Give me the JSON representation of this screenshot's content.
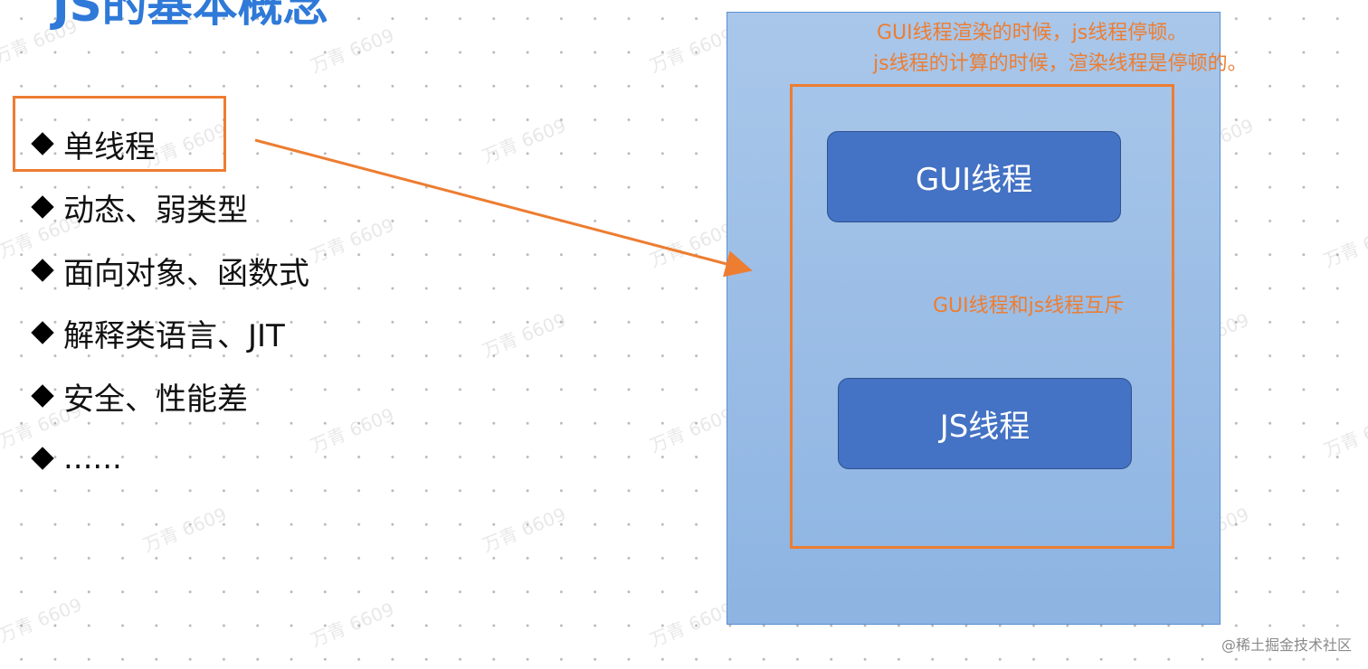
{
  "title": "JS的基本概念",
  "bullets": [
    "单线程",
    "动态、弱类型",
    "面向对象、函数式",
    "解释类语言、JIT",
    "安全、性能差",
    "......"
  ],
  "diagram": {
    "top_note_line1": "GUI线程渲染的时候，js线程停顿。",
    "top_note_line2": "js线程的计算的时候，渲染线程是停顿的。",
    "gui_thread": "GUI线程",
    "js_thread": "JS线程",
    "mutex_note": "GUI线程和js线程互斥"
  },
  "watermark": "万青 6609",
  "credit": "@稀土掘金技术社区",
  "colors": {
    "accent_orange": "#ed7d31",
    "thread_blue": "#4472c4",
    "panel_blue": "#9dbfe7",
    "title_blue": "#2f79d8"
  }
}
